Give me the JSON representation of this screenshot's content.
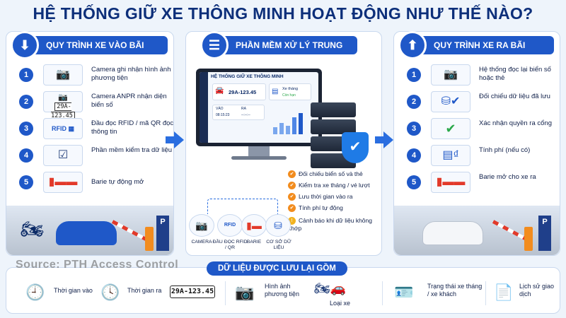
{
  "title": "HỆ THỐNG GIỮ XE THÔNG MINH HOẠT ĐỘNG NHƯ THẾ NÀO?",
  "entry": {
    "header": "QUY TRÌNH XE VÀO BÃI",
    "steps": [
      {
        "num": "1",
        "text": "Camera ghi nhận hình ảnh phương tiện",
        "icon": "camera-icon"
      },
      {
        "num": "2",
        "text": "Camera ANPR nhận diện biển số",
        "plate": "29A-123.45",
        "icon": "anpr-camera-icon"
      },
      {
        "num": "3",
        "text": "Đầu đọc RFID / mã QR đọc thông tin",
        "rfid": "RFID",
        "icon": "rfid-qr-icon"
      },
      {
        "num": "4",
        "text": "Phần mềm kiểm tra dữ liệu",
        "icon": "checklist-icon"
      },
      {
        "num": "5",
        "text": "Barie tự động mở",
        "icon": "barrier-icon"
      }
    ]
  },
  "center": {
    "header": "PHẦN MỀM XỬ LÝ TRUNG TÂM",
    "screen_title": "HỆ THỐNG GIỮ XE THÔNG MINH",
    "plate": "29A-123.45",
    "badge_line1": "Xe tháng",
    "badge_line2": "Còn hạn",
    "in_label": "VÀO",
    "in_time": "08:15:23",
    "out_label": "RA",
    "out_time": "--:--:--",
    "features": [
      "Đối chiếu biển số và thẻ",
      "Kiểm tra xe tháng / vé lượt",
      "Lưu thời gian vào ra",
      "Tính phí tự động",
      "Cảnh báo khi dữ liệu không khớp"
    ],
    "devices": [
      {
        "label": "CAMERA",
        "icon": "camera-icon"
      },
      {
        "label": "ĐẦU ĐỌC RFID / QR",
        "rfid": "RFID",
        "icon": "rfid-reader-icon"
      },
      {
        "label": "BARIE",
        "icon": "barrier-icon"
      },
      {
        "label": "CƠ SỞ DỮ LIỆU",
        "icon": "database-icon"
      }
    ]
  },
  "exit": {
    "header": "QUY TRÌNH XE RA BÃI",
    "steps": [
      {
        "num": "1",
        "text": "Hệ thống đọc lại biển số hoặc thẻ",
        "icon": "camera-icon"
      },
      {
        "num": "2",
        "text": "Đối chiếu dữ liệu đã lưu",
        "icon": "database-check-icon"
      },
      {
        "num": "3",
        "text": "Xác nhận quyền ra cổng",
        "icon": "check-circle-icon"
      },
      {
        "num": "4",
        "text": "Tính phí (nếu có)",
        "icon": "fee-icon"
      },
      {
        "num": "5",
        "text": "Barie mở cho xe ra",
        "icon": "barrier-icon"
      }
    ]
  },
  "bottom": {
    "header": "DỮ LIỆU ĐƯỢC LƯU LẠI GỒM",
    "items": [
      {
        "text": "Thời gian vào",
        "icon": "clock-in-icon"
      },
      {
        "text": "Thời gian ra",
        "icon": "clock-out-icon"
      },
      {
        "text": "29A-123.45",
        "icon": "plate-icon"
      },
      {
        "text": "Hình ảnh phương tiện",
        "icon": "camera-icon"
      },
      {
        "text": "Loại xe",
        "icon": "vehicle-type-icon"
      },
      {
        "text": "Trạng thái xe tháng / xe khách",
        "icon": "id-card-icon"
      },
      {
        "text": "Lịch sử giao dịch",
        "icon": "document-icon"
      }
    ]
  },
  "watermark": "Source: PTH Access Control",
  "parking_sign": "P",
  "colors": {
    "primary": "#1f58c8",
    "accent": "#f28c1e",
    "title": "#0d2f7a"
  }
}
